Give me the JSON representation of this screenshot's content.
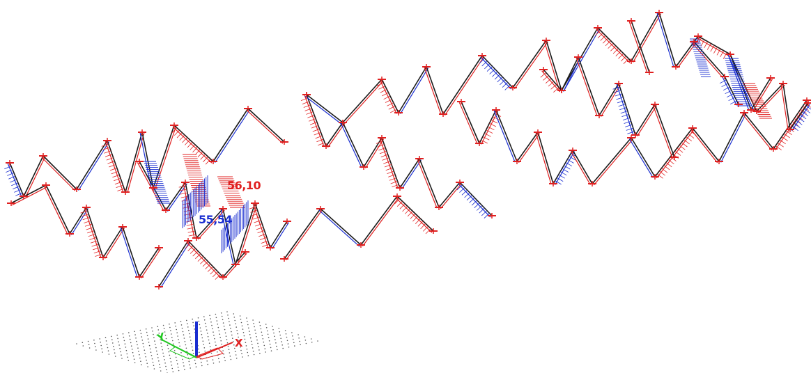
{
  "viewport": {
    "background": "#ffffff",
    "colors": {
      "member": "#1a1a1a",
      "diagram_positive": "#e02020",
      "diagram_negative": "#1a2ed0",
      "support": "#e02020",
      "axis_x": "#e02020",
      "axis_y": "#22c822",
      "axis_z": "#1a2ed0",
      "grid_dots": "#555555"
    }
  },
  "labels": {
    "max_value": "56,10",
    "min_value": "55,54",
    "max_color": "#e02020",
    "min_color": "#1a2ed0"
  },
  "axes": {
    "x": "X",
    "y": "Y",
    "z_icon": "z-axis-icon"
  }
}
